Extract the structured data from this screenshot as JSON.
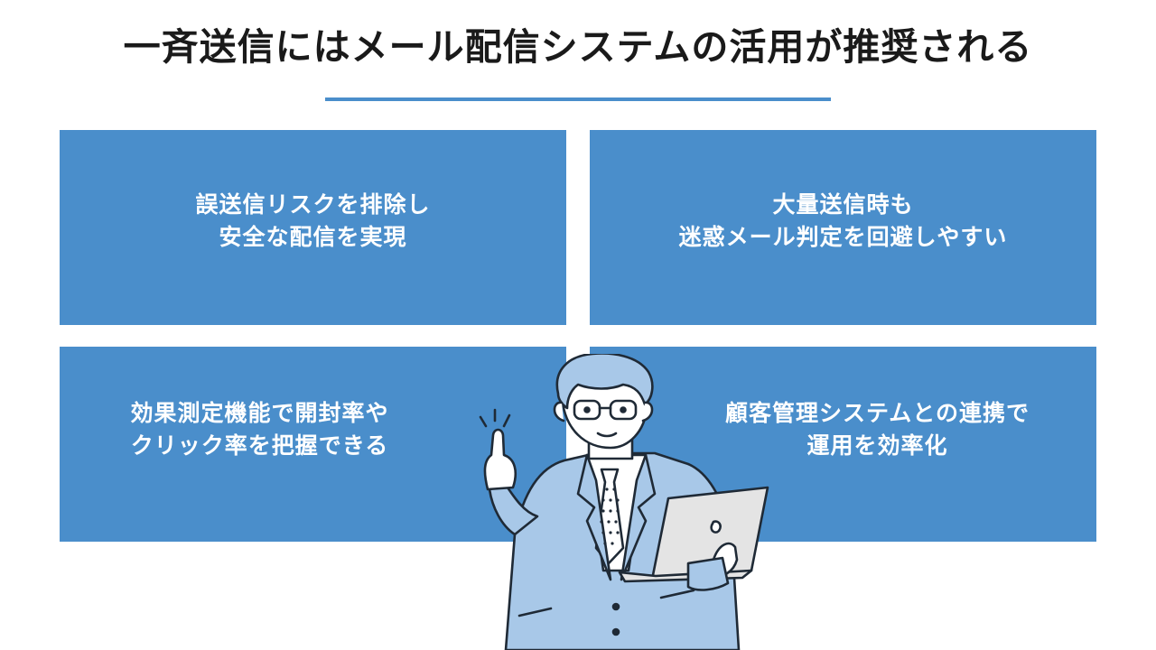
{
  "title": "一斉送信にはメール配信システムの活用が推奨される",
  "colors": {
    "accent": "#4a8ecb",
    "text": "#1a1a1a"
  },
  "cards": [
    {
      "line1": "誤送信リスクを排除し",
      "line2": "安全な配信を実現"
    },
    {
      "line1": "大量送信時も",
      "line2": "迷惑メール判定を回避しやすい"
    },
    {
      "line1": "効果測定機能で開封率や",
      "line2": "クリック率を把握できる"
    },
    {
      "line1": "顧客管理システムとの連携で",
      "line2": "運用を効率化"
    }
  ]
}
